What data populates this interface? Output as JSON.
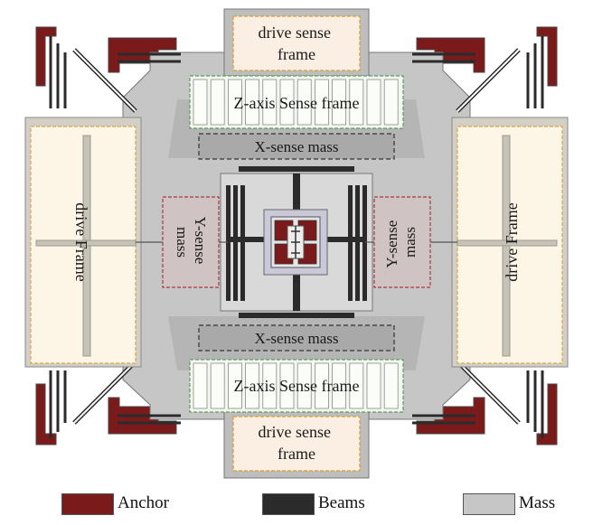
{
  "labels": {
    "drive_sense_frame_top": [
      "drive sense",
      "frame"
    ],
    "drive_sense_frame_bottom": [
      "drive sense",
      "frame"
    ],
    "z_sense_top": "Z-axis Sense frame",
    "z_sense_bottom": "Z-axis Sense frame",
    "x_sense_top": "X-sense mass",
    "x_sense_bottom": "X-sense mass",
    "y_sense_left": [
      "Y-sense",
      "mass"
    ],
    "y_sense_right": [
      "Y-sense",
      "mass"
    ],
    "drive_frame_left": "drive Frame",
    "drive_frame_right": "drive Frame"
  },
  "legend": [
    {
      "label": "Anchor",
      "color": "#7b1a1a"
    },
    {
      "label": "Beams",
      "color": "#2b2b2b"
    },
    {
      "label": "Mass",
      "color": "#c6c6c6"
    }
  ],
  "colors": {
    "anchor": "#7b1a1a",
    "beam": "#2b2b2b",
    "mass": "#c6c6c6",
    "mass_dark": "#a9a9a9",
    "frame_fill": "#fdf6e7",
    "sense_fill": "#f3f8ef"
  }
}
